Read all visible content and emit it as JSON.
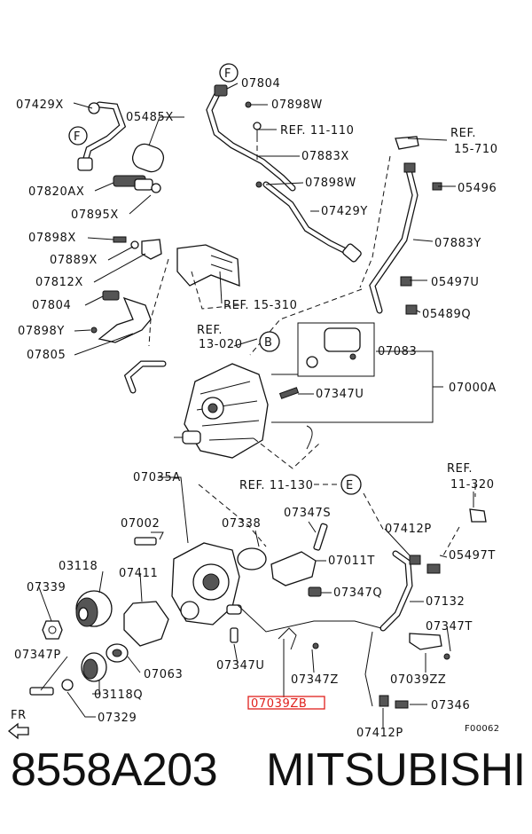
{
  "labels": {
    "p07429X": "07429X",
    "p05485X": "05485X",
    "p07820AX": "07820AX",
    "p07895X": "07895X",
    "p07898X": "07898X",
    "p07889X": "07889X",
    "p07812X": "07812X",
    "p07804_l": "07804",
    "p07898Y": "07898Y",
    "p07805": "07805",
    "p07804_t": "07804",
    "p07898W_t": "07898W",
    "ref11110": "REF. 11-110",
    "p07883X": "07883X",
    "p07898W_m": "07898W",
    "p07429Y": "07429Y",
    "ref15710_a": "REF.",
    "ref15710_b": "15-710",
    "p05496": "05496",
    "p07883Y": "07883Y",
    "p05497U": "05497U",
    "p05489Q": "05489Q",
    "ref15310": "REF. 15-310",
    "ref13020_a": "REF.",
    "ref13020_b": "13-020",
    "p07083": "07083",
    "p07000A": "07000A",
    "p07347U_top": "07347U",
    "p07035A": "07035A",
    "ref11130": "REF. 11-130",
    "ref11320_a": "REF.",
    "ref11320_b": "11-320",
    "p07002": "07002",
    "p07338": "07338",
    "p07347S": "07347S",
    "p07412P_t": "07412P",
    "p03118": "03118",
    "p07411": "07411",
    "p07011T": "07011T",
    "p05497T": "05497T",
    "p07339": "07339",
    "p07347Q": "07347Q",
    "p07132": "07132",
    "p07347T": "07347T",
    "p07347P": "07347P",
    "p07063": "07063",
    "p07347U_bot": "07347U",
    "p07347Z": "07347Z",
    "p07039ZZ": "07039ZZ",
    "p03118Q": "03118Q",
    "p07039ZB": "07039ZB",
    "p07346": "07346",
    "p07329": "07329",
    "fr": "FR",
    "p07412P_b": "07412P",
    "fig_code": "F00062"
  },
  "callouts": {
    "F1": "F",
    "F2": "F",
    "B": "B",
    "E": "E"
  },
  "highlight_color": "#e0201c",
  "footer": {
    "part_number": "8558A203",
    "brand": "MITSUBISHI"
  }
}
